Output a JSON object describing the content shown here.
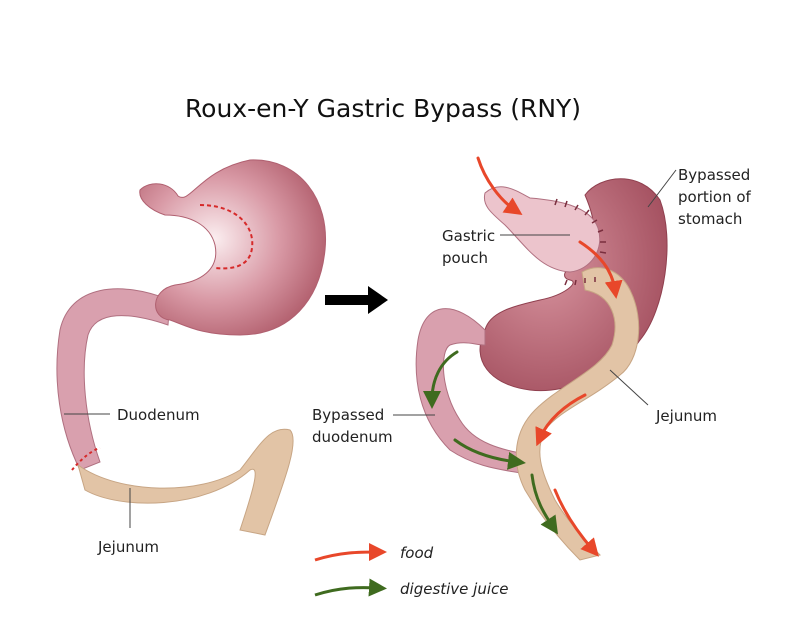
{
  "title": "Roux-en-Y Gastric Bypass (RNY)",
  "before": {
    "labels": {
      "duodenum": "Duodenum",
      "jejunum": "Jejunum"
    }
  },
  "after": {
    "labels": {
      "gastric_pouch": [
        "Gastric",
        "pouch"
      ],
      "bypassed_stomach": [
        "Bypassed",
        "portion of",
        "stomach"
      ],
      "bypassed_duodenum": [
        "Bypassed",
        "duodenum"
      ],
      "jejunum": "Jejunum"
    }
  },
  "legend": {
    "items": [
      {
        "label": "food",
        "color": "#e8472a"
      },
      {
        "label": "digestive juice",
        "color": "#3f6b1f"
      }
    ]
  },
  "colors": {
    "stomach": "#c9818f",
    "jejunum": "#e2c4a6",
    "arrow": "#000000"
  }
}
